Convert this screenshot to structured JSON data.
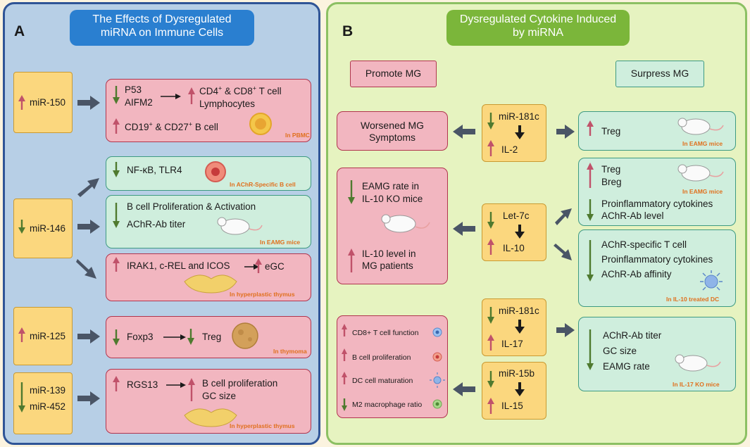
{
  "panel_a": {
    "letter": "A",
    "title_line1": "The Effects of Dysregulated",
    "title_line2": "miRNA on Immune Cells",
    "row1": {
      "mirna": "miR-150",
      "item1_line1": "P53",
      "item1_line2": "AIFM2",
      "result_line1_pre": "CD4",
      "result_line1_sup1": "+",
      "result_line1_mid": " & CD8",
      "result_line1_sup2": "+",
      "result_line1_post": " T cell",
      "result_line2": "Lymphocytes",
      "item2_pre": "CD19",
      "item2_sup1": "+",
      "item2_mid": " & CD27",
      "item2_sup2": "+",
      "item2_post": " B cell",
      "note": "In PBMC"
    },
    "row2": {
      "mirna": "miR-146",
      "box1_text": "NF-κB, TLR4",
      "box1_note": "In AChR-Specific B cell",
      "box2_line1": "B cell Proliferation & Activation",
      "box2_line2": "AChR-Ab titer",
      "box2_note": "In EAMG mice",
      "box3_text": "IRAK1, c-REL and ICOS",
      "box3_result": "eGC",
      "box3_note": "In hyperplastic thymus"
    },
    "row3": {
      "mirna": "miR-125",
      "text": "Foxp3",
      "result": "Treg",
      "note": "In thymoma"
    },
    "row4": {
      "mirna1": "miR-139",
      "mirna2": "miR-452",
      "text": "RGS13",
      "result_line1": "B cell proliferation",
      "result_line2": "GC size",
      "note": "In hyperplastic thymus"
    }
  },
  "panel_b": {
    "letter": "B",
    "title_line1": "Dysregulated Cytokine Induced",
    "title_line2": "by miRNA",
    "promote_label": "Promote MG",
    "suppress_label": "Surpress MG",
    "c1": {
      "mirna": "miR-181c",
      "cytokine": "IL-2"
    },
    "c2": {
      "mirna": "Let-7c",
      "cytokine": "IL-10"
    },
    "c3": {
      "mirna": "miR-181c",
      "cytokine": "IL-17"
    },
    "c4": {
      "mirna": "miR-15b",
      "cytokine": "IL-15"
    },
    "left1": {
      "line1": "Worsened MG",
      "line2": "Symptoms"
    },
    "left2": {
      "line1": "EAMG rate in",
      "line2": "IL-10 KO mice",
      "line3": "IL-10 level in",
      "line4": "MG patients"
    },
    "left3": {
      "items": [
        "CD8+ T cell function",
        "B cell proliferation",
        "DC cell maturation",
        "M2 macrophage ratio"
      ]
    },
    "right1": {
      "text": "Treg",
      "note": "In EAMG mice"
    },
    "right2": {
      "line1": "Treg",
      "line2": "Breg",
      "note": "In EAMG mice",
      "line3": "Proinflammatory cytokines",
      "line4": "AChR-Ab level"
    },
    "right3": {
      "line1": "AChR-specific T cell",
      "line2": "Proinflammatory cytokines",
      "line3": "AChR-Ab affinity",
      "note": "In IL-10 treated DC"
    },
    "right4": {
      "line1": "AChR-Ab titer",
      "line2": "GC size",
      "line3": "EAMG rate",
      "note": "In IL-17 KO mice"
    }
  },
  "colors": {
    "up": "#c0526a",
    "down": "#4f7a2f",
    "arrow": "#4a5566"
  }
}
